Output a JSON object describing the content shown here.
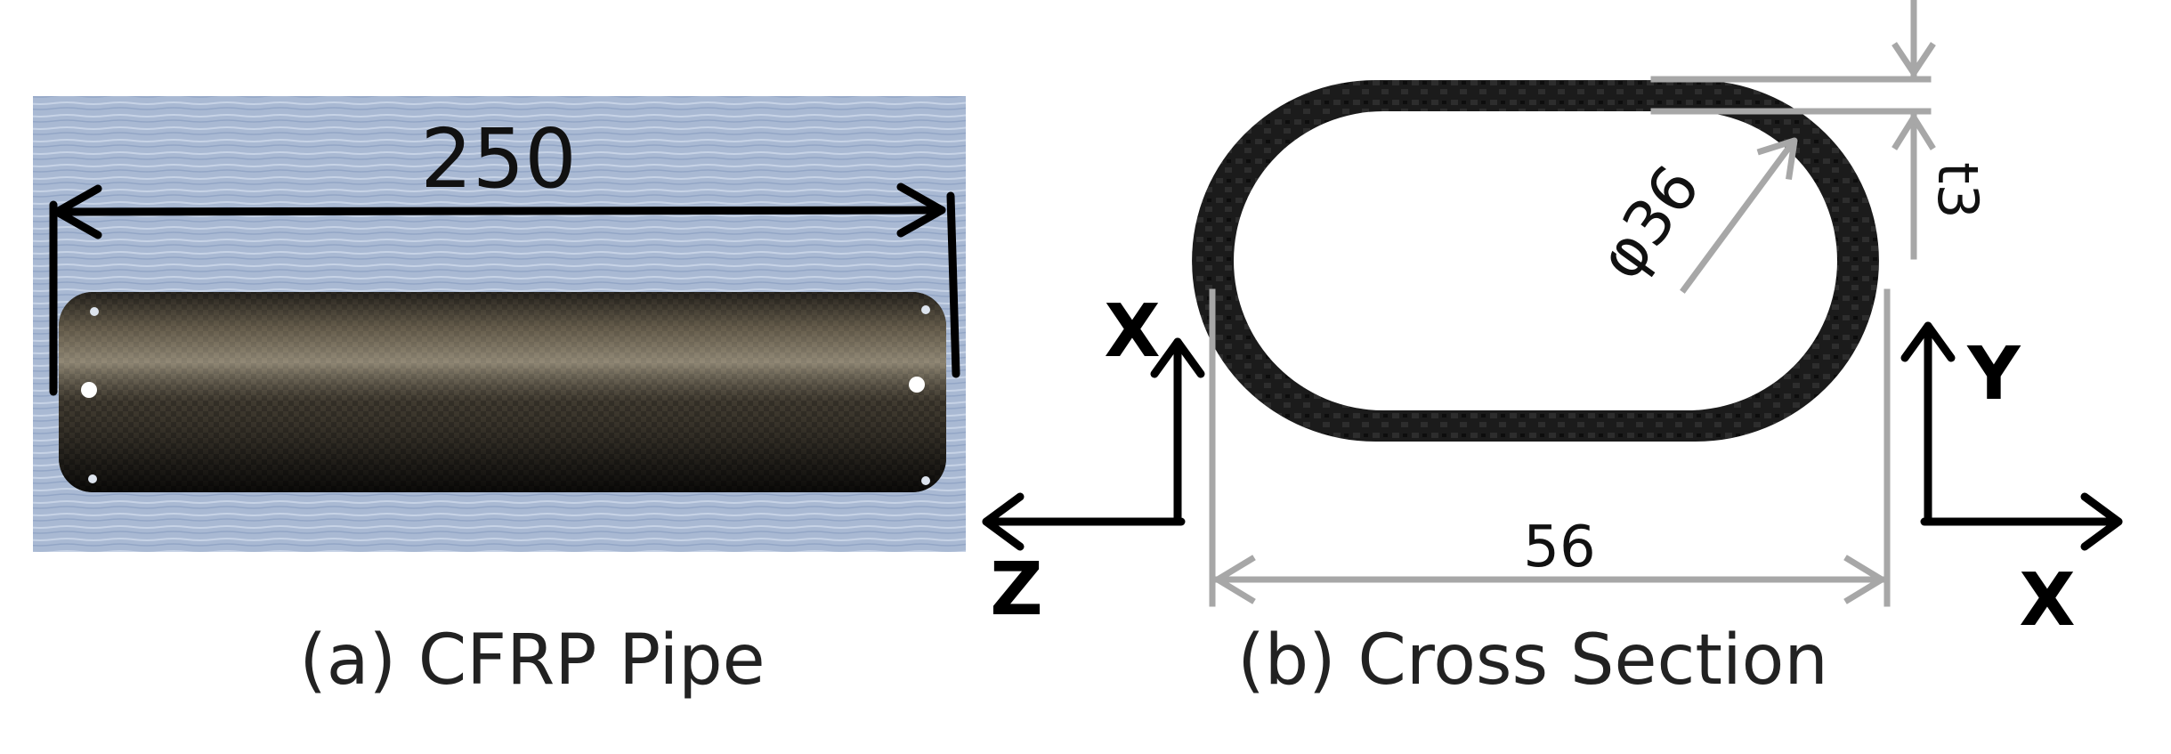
{
  "panel_a": {
    "caption": "(a) CFRP Pipe",
    "length_label": "250"
  },
  "panel_b": {
    "caption": "(b) Cross Section",
    "width_label": "56",
    "diameter_label": "φ36",
    "thickness_label": "t3"
  },
  "axes_left": {
    "vertical": "X",
    "horizontal": "Z"
  },
  "axes_right": {
    "vertical": "Y",
    "horizontal": "X"
  },
  "colors": {
    "fabric_bg": "#a9b9d3",
    "pipe_dark": "#2a2620",
    "pipe_highlight": "#8a7e66",
    "carbon": "#1b1b1b",
    "dimension_gray": "#a7a7a7",
    "arrow_black": "#000000"
  }
}
